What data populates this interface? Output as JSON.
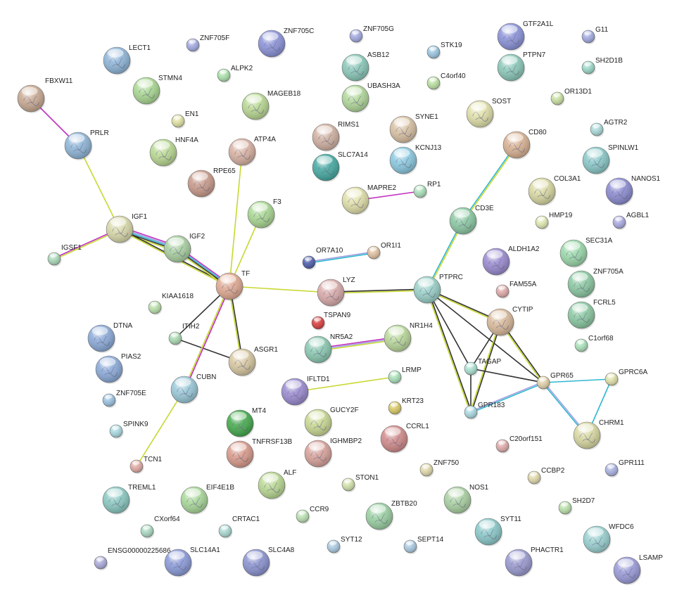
{
  "colors": {
    "text-mining": "#c8d832",
    "coexpression": "#333333",
    "experiments": "#c030c0",
    "database": "#30b8d0",
    "homology": "#a0a0e0",
    "neighborhood": "#60a040"
  },
  "nodes": [
    {
      "id": "FBXW11",
      "label": "FBXW11",
      "color": "#c8a890",
      "size": "large"
    },
    {
      "id": "PRLR",
      "label": "PRLR",
      "color": "#8cb4d8",
      "size": "large"
    },
    {
      "id": "LECT1",
      "label": "LECT1",
      "color": "#8cb4d8",
      "size": "large"
    },
    {
      "id": "ZNF705F",
      "label": "ZNF705F",
      "color": "#a0a8e0",
      "size": "small"
    },
    {
      "id": "ZNF705C",
      "label": "ZNF705C",
      "color": "#8890d8",
      "size": "large"
    },
    {
      "id": "ZNF705G",
      "label": "ZNF705G",
      "color": "#a0a8e0",
      "size": "small"
    },
    {
      "id": "ASB12",
      "label": "ASB12",
      "color": "#88c8b8",
      "size": "large"
    },
    {
      "id": "STK19",
      "label": "STK19",
      "color": "#98c4e0",
      "size": "small"
    },
    {
      "id": "GTF2A1L",
      "label": "GTF2A1L",
      "color": "#8890d8",
      "size": "large"
    },
    {
      "id": "G11",
      "label": "G11",
      "color": "#a0a8e0",
      "size": "small"
    },
    {
      "id": "PTPN7",
      "label": "PTPN7",
      "color": "#88c8b8",
      "size": "large"
    },
    {
      "id": "SH2D1B",
      "label": "SH2D1B",
      "color": "#98d8c8",
      "size": "small"
    },
    {
      "id": "STMN4",
      "label": "STMN4",
      "color": "#a8d890",
      "size": "large"
    },
    {
      "id": "ALPK2",
      "label": "ALPK2",
      "color": "#a8e0a8",
      "size": "small"
    },
    {
      "id": "MAGEB18",
      "label": "MAGEB18",
      "color": "#b8d890",
      "size": "large"
    },
    {
      "id": "UBASH3A",
      "label": "UBASH3A",
      "color": "#b0d898",
      "size": "large"
    },
    {
      "id": "C4orf40",
      "label": "C4orf40",
      "color": "#b8e0a0",
      "size": "small"
    },
    {
      "id": "OR13D1",
      "label": "OR13D1",
      "color": "#c8e0a0",
      "size": "small"
    },
    {
      "id": "EN1",
      "label": "EN1",
      "color": "#e0e0a0",
      "size": "small"
    },
    {
      "id": "SOST",
      "label": "SOST",
      "color": "#e0e0a8",
      "size": "large"
    },
    {
      "id": "HNF4A",
      "label": "HNF4A",
      "color": "#b8d890",
      "size": "large"
    },
    {
      "id": "ATP4A",
      "label": "ATP4A",
      "color": "#d8b0a0",
      "size": "large"
    },
    {
      "id": "RIMS1",
      "label": "RIMS1",
      "color": "#d0b0a0",
      "size": "large"
    },
    {
      "id": "SYNE1",
      "label": "SYNE1",
      "color": "#d8c0a0",
      "size": "large"
    },
    {
      "id": "CD80",
      "label": "CD80",
      "color": "#d8b090",
      "size": "large"
    },
    {
      "id": "AGTR2",
      "label": "AGTR2",
      "color": "#a8d8d8",
      "size": "small"
    },
    {
      "id": "SPINLW1",
      "label": "SPINLW1",
      "color": "#88c8c8",
      "size": "large"
    },
    {
      "id": "RPE65",
      "label": "RPE65",
      "color": "#c89888",
      "size": "large"
    },
    {
      "id": "SLC7A14",
      "label": "SLC7A14",
      "color": "#40a8a0",
      "size": "large"
    },
    {
      "id": "KCNJ13",
      "label": "KCNJ13",
      "color": "#88c8e0",
      "size": "large"
    },
    {
      "id": "NANOS1",
      "label": "NANOS1",
      "color": "#8888d0",
      "size": "large"
    },
    {
      "id": "MAPRE2",
      "label": "MAPRE2",
      "color": "#e0e0a8",
      "size": "large"
    },
    {
      "id": "RP1",
      "label": "RP1",
      "color": "#a8e0b8",
      "size": "small"
    },
    {
      "id": "COL3A1",
      "label": "COL3A1",
      "color": "#d8d8a0",
      "size": "large"
    },
    {
      "id": "F3",
      "label": "F3",
      "color": "#a8d890",
      "size": "large"
    },
    {
      "id": "CD3E",
      "label": "CD3E",
      "color": "#88c8a0",
      "size": "large"
    },
    {
      "id": "HMP19",
      "label": "HMP19",
      "color": "#e0e8b0",
      "size": "small"
    },
    {
      "id": "AGBL1",
      "label": "AGBL1",
      "color": "#a8a8e0",
      "size": "small"
    },
    {
      "id": "IGF1",
      "label": "IGF1",
      "color": "#d8d8a8",
      "size": "large"
    },
    {
      "id": "IGSF1",
      "label": "IGSF1",
      "color": "#a8d8b8",
      "size": "small"
    },
    {
      "id": "IGF2",
      "label": "IGF2",
      "color": "#a8d0a0",
      "size": "large"
    },
    {
      "id": "OR7A10",
      "label": "OR7A10",
      "color": "#4858a8",
      "size": "small"
    },
    {
      "id": "OR1I1",
      "label": "OR1I1",
      "color": "#e0c0a0",
      "size": "small"
    },
    {
      "id": "SEC31A",
      "label": "SEC31A",
      "color": "#98d8a8",
      "size": "large"
    },
    {
      "id": "ALDH1A2",
      "label": "ALDH1A2",
      "color": "#9888d0",
      "size": "large"
    },
    {
      "id": "TF",
      "label": "TF",
      "color": "#e0a890",
      "size": "large"
    },
    {
      "id": "LYZ",
      "label": "LYZ",
      "color": "#d8a8a8",
      "size": "large"
    },
    {
      "id": "PTPRC",
      "label": "PTPRC",
      "color": "#98d0c8",
      "size": "large"
    },
    {
      "id": "ZNF705A",
      "label": "ZNF705A",
      "color": "#88c8a0",
      "size": "large"
    },
    {
      "id": "FAM55A",
      "label": "FAM55A",
      "color": "#e0a8a8",
      "size": "small"
    },
    {
      "id": "KIAA1618",
      "label": "KIAA1618",
      "color": "#b8e0a8",
      "size": "small"
    },
    {
      "id": "TSPAN9",
      "label": "TSPAN9",
      "color": "#d83838",
      "size": "small"
    },
    {
      "id": "CYTIP",
      "label": "CYTIP",
      "color": "#d8b898",
      "size": "large"
    },
    {
      "id": "FCRL5",
      "label": "FCRL5",
      "color": "#88c8a0",
      "size": "large"
    },
    {
      "id": "DTNA",
      "label": "DTNA",
      "color": "#88a8d8",
      "size": "large"
    },
    {
      "id": "ITIH2",
      "label": "ITIH2",
      "color": "#a8d8b0",
      "size": "small"
    },
    {
      "id": "NR5A2",
      "label": "NR5A2",
      "color": "#88c8b0",
      "size": "large"
    },
    {
      "id": "NR1H4",
      "label": "NR1H4",
      "color": "#b8d898",
      "size": "large"
    },
    {
      "id": "C1orf68",
      "label": "C1orf68",
      "color": "#a8e0b8",
      "size": "small"
    },
    {
      "id": "PIAS2",
      "label": "PIAS2",
      "color": "#88a8d8",
      "size": "large"
    },
    {
      "id": "ASGR1",
      "label": "ASGR1",
      "color": "#d8c8a0",
      "size": "large"
    },
    {
      "id": "TAGAP",
      "label": "TAGAP",
      "color": "#a8e0d0",
      "size": "small"
    },
    {
      "id": "IFLTD1",
      "label": "IFLTD1",
      "color": "#9888d0",
      "size": "large"
    },
    {
      "id": "LRMP",
      "label": "LRMP",
      "color": "#a8e0b8",
      "size": "small"
    },
    {
      "id": "CUBN",
      "label": "CUBN",
      "color": "#98c8d8",
      "size": "large"
    },
    {
      "id": "GPR65",
      "label": "GPR65",
      "color": "#e0d0a8",
      "size": "small"
    },
    {
      "id": "GPRC6A",
      "label": "GPRC6A",
      "color": "#e0e0a8",
      "size": "small"
    },
    {
      "id": "ZNF705E",
      "label": "ZNF705E",
      "color": "#98c0e0",
      "size": "small"
    },
    {
      "id": "KRT23",
      "label": "KRT23",
      "color": "#d8c860",
      "size": "small"
    },
    {
      "id": "GPR183",
      "label": "GPR183",
      "color": "#a8d8e0",
      "size": "small"
    },
    {
      "id": "MT4",
      "label": "MT4",
      "color": "#40a848",
      "size": "large"
    },
    {
      "id": "GUCY2F",
      "label": "GUCY2F",
      "color": "#c8d890",
      "size": "large"
    },
    {
      "id": "CHRM1",
      "label": "CHRM1",
      "color": "#d8d8a0",
      "size": "large"
    },
    {
      "id": "SPINK9",
      "label": "SPINK9",
      "color": "#a8d8e0",
      "size": "small"
    },
    {
      "id": "CCRL1",
      "label": "CCRL1",
      "color": "#d08888",
      "size": "large"
    },
    {
      "id": "TNFRSF13B",
      "label": "TNFRSF13B",
      "color": "#d89888",
      "size": "large"
    },
    {
      "id": "IGHMBP2",
      "label": "IGHMBP2",
      "color": "#d8a098",
      "size": "large"
    },
    {
      "id": "C20orf151",
      "label": "C20orf151",
      "color": "#e0a8a8",
      "size": "small"
    },
    {
      "id": "TCN1",
      "label": "TCN1",
      "color": "#e0a8a0",
      "size": "small"
    },
    {
      "id": "ZNF750",
      "label": "ZNF750",
      "color": "#e0d8a8",
      "size": "small"
    },
    {
      "id": "CCBP2",
      "label": "CCBP2",
      "color": "#e0d8a8",
      "size": "small"
    },
    {
      "id": "GPR111",
      "label": "GPR111",
      "color": "#a8b0e0",
      "size": "small"
    },
    {
      "id": "ALF",
      "label": "ALF",
      "color": "#b8d890",
      "size": "large"
    },
    {
      "id": "STON1",
      "label": "STON1",
      "color": "#d0e0a8",
      "size": "small"
    },
    {
      "id": "TREML1",
      "label": "TREML1",
      "color": "#88c8c0",
      "size": "large"
    },
    {
      "id": "EIF4E1B",
      "label": "EIF4E1B",
      "color": "#a8d898",
      "size": "large"
    },
    {
      "id": "NOS1",
      "label": "NOS1",
      "color": "#a8d0a0",
      "size": "large"
    },
    {
      "id": "SH2D7",
      "label": "SH2D7",
      "color": "#b8e0a8",
      "size": "small"
    },
    {
      "id": "ZBTB20",
      "label": "ZBTB20",
      "color": "#98d0a0",
      "size": "large"
    },
    {
      "id": "CCR9",
      "label": "CCR9",
      "color": "#b8e0b0",
      "size": "small"
    },
    {
      "id": "CXorf64",
      "label": "CXorf64",
      "color": "#a8d8c0",
      "size": "small"
    },
    {
      "id": "CRTAC1",
      "label": "CRTAC1",
      "color": "#a8d8d0",
      "size": "small"
    },
    {
      "id": "SYT11",
      "label": "SYT11",
      "color": "#88c8c8",
      "size": "large"
    },
    {
      "id": "WFDC6",
      "label": "WFDC6",
      "color": "#98d0d0",
      "size": "large"
    },
    {
      "id": "SYT12",
      "label": "SYT12",
      "color": "#a8c8e0",
      "size": "small"
    },
    {
      "id": "SEPT14",
      "label": "SEPT14",
      "color": "#a8c8e0",
      "size": "small"
    },
    {
      "id": "ENSG00000225686",
      "label": "ENSG00000225686",
      "color": "#a8a8d8",
      "size": "small"
    },
    {
      "id": "SLC14A1",
      "label": "SLC14A1",
      "color": "#8898d8",
      "size": "large"
    },
    {
      "id": "SLC4A8",
      "label": "SLC4A8",
      "color": "#8890d0",
      "size": "large"
    },
    {
      "id": "PHACTR1",
      "label": "PHACTR1",
      "color": "#9898d0",
      "size": "large"
    },
    {
      "id": "LSAMP",
      "label": "LSAMP",
      "color": "#9898d8",
      "size": "large"
    }
  ],
  "edges": [
    {
      "source": "FBXW11",
      "target": "PRLR",
      "types": [
        "experiments"
      ]
    },
    {
      "source": "PRLR",
      "target": "IGF1",
      "types": [
        "text-mining"
      ]
    },
    {
      "source": "IGSF1",
      "target": "IGF1",
      "types": [
        "experiments",
        "text-mining"
      ]
    },
    {
      "source": "IGF1",
      "target": "IGF2",
      "types": [
        "experiments",
        "homology",
        "database",
        "coexpression",
        "text-mining"
      ]
    },
    {
      "source": "IGF1",
      "target": "TF",
      "types": [
        "coexpression",
        "text-mining"
      ]
    },
    {
      "source": "IGF2",
      "target": "TF",
      "types": [
        "experiments",
        "database",
        "coexpression",
        "text-mining"
      ]
    },
    {
      "source": "ATP4A",
      "target": "TF",
      "types": [
        "text-mining"
      ]
    },
    {
      "source": "F3",
      "target": "TF",
      "types": [
        "text-mining"
      ]
    },
    {
      "source": "TF",
      "target": "LYZ",
      "types": [
        "text-mining"
      ]
    },
    {
      "source": "TF",
      "target": "ASGR1",
      "types": [
        "coexpression",
        "text-mining"
      ]
    },
    {
      "source": "TF",
      "target": "ITIH2",
      "types": [
        "coexpression"
      ]
    },
    {
      "source": "ITIH2",
      "target": "ASGR1",
      "types": [
        "coexpression"
      ]
    },
    {
      "source": "TF",
      "target": "CUBN",
      "types": [
        "experiments",
        "text-mining"
      ]
    },
    {
      "source": "CUBN",
      "target": "TCN1",
      "types": [
        "text-mining"
      ]
    },
    {
      "source": "LYZ",
      "target": "PTPRC",
      "types": [
        "coexpression",
        "text-mining"
      ]
    },
    {
      "source": "PTPRC",
      "target": "CD3E",
      "types": [
        "database",
        "text-mining"
      ]
    },
    {
      "source": "CD3E",
      "target": "CD80",
      "types": [
        "database",
        "text-mining"
      ]
    },
    {
      "source": "PTPRC",
      "target": "CYTIP",
      "types": [
        "coexpression",
        "text-mining"
      ]
    },
    {
      "source": "PTPRC",
      "target": "TAGAP",
      "types": [
        "coexpression"
      ]
    },
    {
      "source": "PTPRC",
      "target": "GPR183",
      "types": [
        "coexpression",
        "text-mining"
      ]
    },
    {
      "source": "PTPRC",
      "target": "GPR65",
      "types": [
        "coexpression"
      ]
    },
    {
      "source": "CYTIP",
      "target": "TAGAP",
      "types": [
        "coexpression"
      ]
    },
    {
      "source": "CYTIP",
      "target": "GPR183",
      "types": [
        "coexpression",
        "text-mining"
      ]
    },
    {
      "source": "CYTIP",
      "target": "GPR65",
      "types": [
        "coexpression",
        "text-mining"
      ]
    },
    {
      "source": "TAGAP",
      "target": "GPR65",
      "types": [
        "coexpression"
      ]
    },
    {
      "source": "TAGAP",
      "target": "GPR183",
      "types": [
        "coexpression"
      ]
    },
    {
      "source": "GPR183",
      "target": "GPR65",
      "types": [
        "homology",
        "database"
      ]
    },
    {
      "source": "GPR65",
      "target": "GPRC6A",
      "types": [
        "database"
      ]
    },
    {
      "source": "GPR65",
      "target": "CHRM1",
      "types": [
        "homology",
        "database"
      ]
    },
    {
      "source": "GPRC6A",
      "target": "CHRM1",
      "types": [
        "database"
      ]
    },
    {
      "source": "NR5A2",
      "target": "NR1H4",
      "types": [
        "experiments",
        "homology",
        "text-mining"
      ]
    },
    {
      "source": "MAPRE2",
      "target": "RP1",
      "types": [
        "experiments"
      ]
    },
    {
      "source": "OR7A10",
      "target": "OR1I1",
      "types": [
        "homology",
        "database"
      ]
    },
    {
      "source": "IFLTD1",
      "target": "LRMP",
      "types": [
        "text-mining"
      ]
    }
  ]
}
